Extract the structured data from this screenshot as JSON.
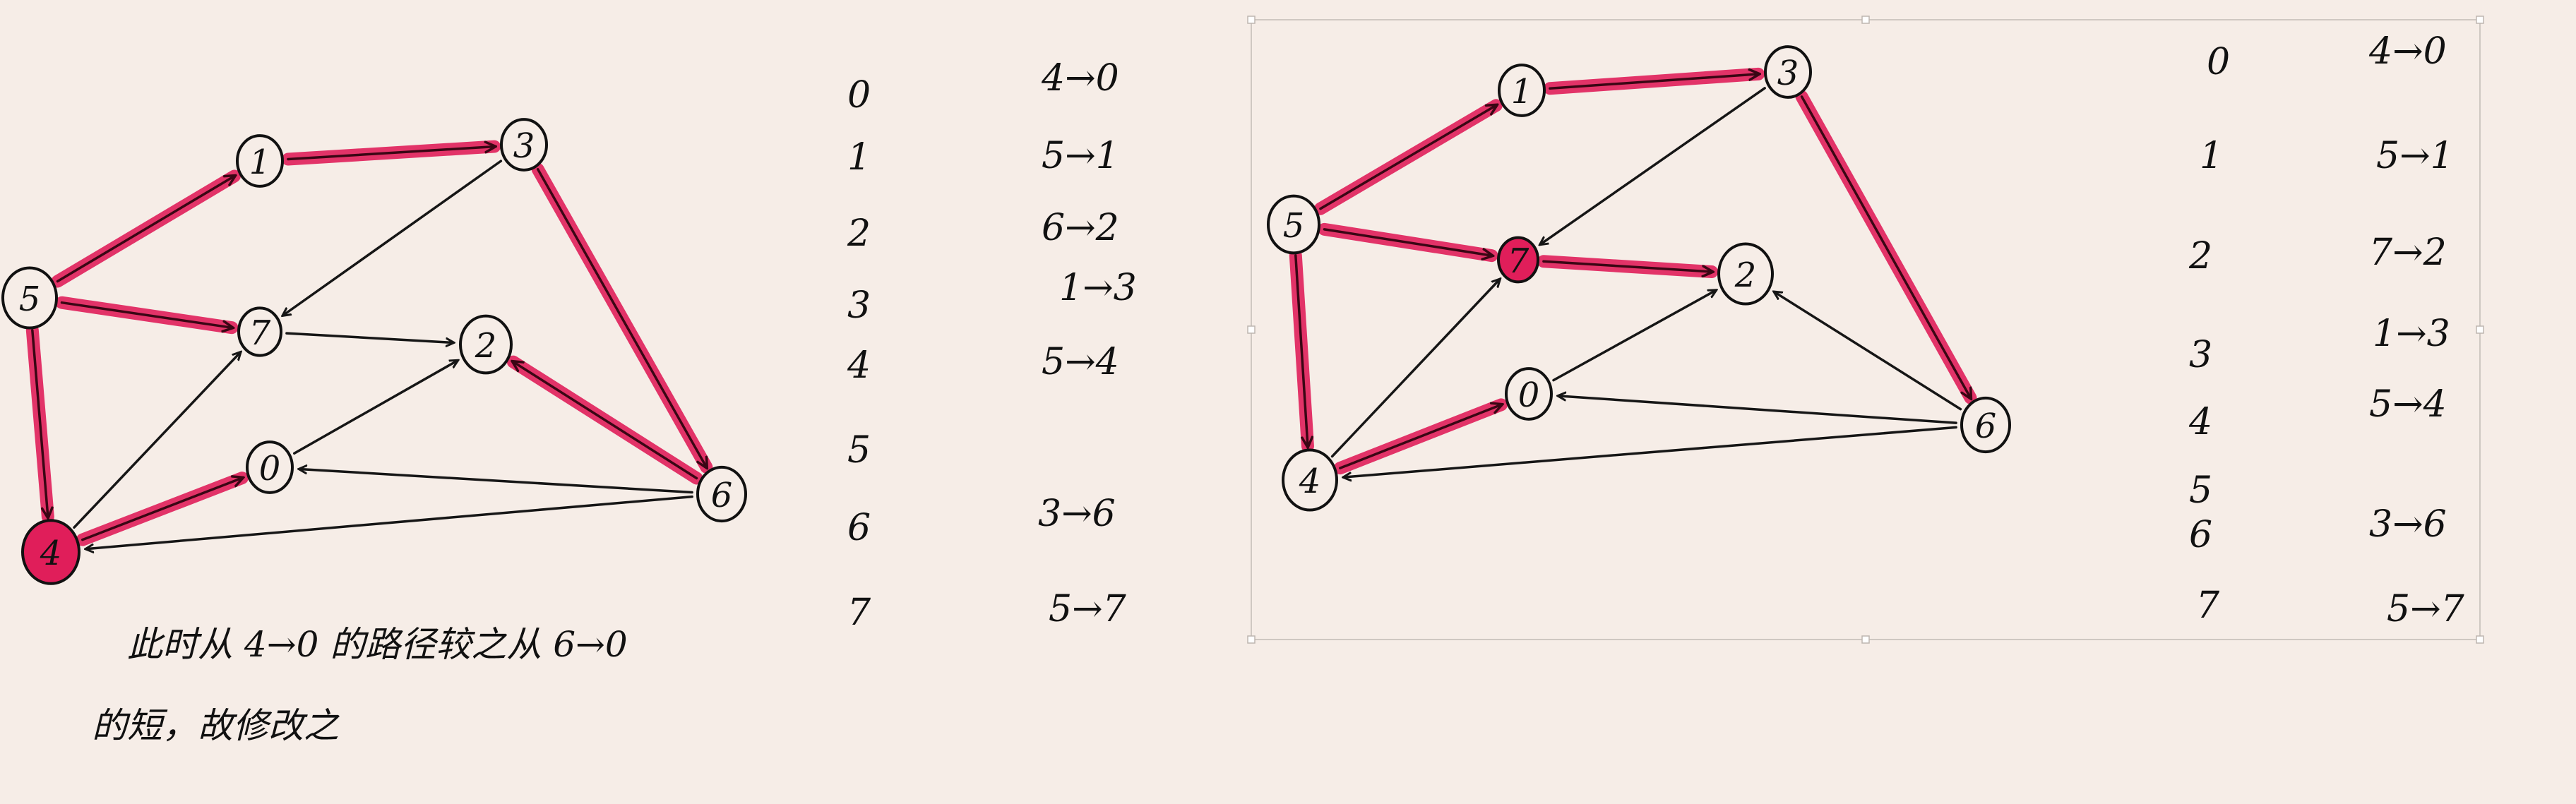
{
  "colors": {
    "background": "#f6ede7",
    "highlight": "#e01e5a",
    "ink": "#111111",
    "frame": "#cfc8c2"
  },
  "panels": [
    {
      "id": "left",
      "nodes": [
        {
          "id": "n5",
          "label": "5"
        },
        {
          "id": "n1",
          "label": "1"
        },
        {
          "id": "n3",
          "label": "3"
        },
        {
          "id": "n7",
          "label": "7"
        },
        {
          "id": "n2",
          "label": "2"
        },
        {
          "id": "n0",
          "label": "0"
        },
        {
          "id": "n6",
          "label": "6"
        },
        {
          "id": "n4",
          "label": "4",
          "filled": true
        }
      ],
      "red_edges": [
        [
          "n5",
          "n1"
        ],
        [
          "n1",
          "n3"
        ],
        [
          "n5",
          "n7"
        ],
        [
          "n5",
          "n4"
        ],
        [
          "n3",
          "n6"
        ],
        [
          "n4",
          "n0"
        ],
        [
          "n6",
          "n2"
        ]
      ],
      "black_edges": [
        [
          "n3",
          "n7"
        ],
        [
          "n7",
          "n2"
        ],
        [
          "n4",
          "n7"
        ],
        [
          "n0",
          "n2"
        ],
        [
          "n6",
          "n0"
        ],
        [
          "n6",
          "n4"
        ]
      ],
      "table": [
        {
          "v": "0",
          "path": "4→0"
        },
        {
          "v": "1",
          "path": "5→1"
        },
        {
          "v": "2",
          "path": "6→2"
        },
        {
          "v": "3",
          "path": "1→3"
        },
        {
          "v": "4",
          "path": "5→4"
        },
        {
          "v": "5",
          "path": ""
        },
        {
          "v": "6",
          "path": "3→6"
        },
        {
          "v": "7",
          "path": "5→7"
        }
      ],
      "note_line1": "此时从 4→0 的路径较之从 6→0",
      "note_line2": "的短，故修改之"
    },
    {
      "id": "right",
      "nodes": [
        {
          "id": "n5",
          "label": "5"
        },
        {
          "id": "n1",
          "label": "1"
        },
        {
          "id": "n3",
          "label": "3"
        },
        {
          "id": "n7",
          "label": "7",
          "filled": true
        },
        {
          "id": "n2",
          "label": "2"
        },
        {
          "id": "n0",
          "label": "0"
        },
        {
          "id": "n6",
          "label": "6"
        },
        {
          "id": "n4",
          "label": "4"
        }
      ],
      "red_edges": [
        [
          "n5",
          "n1"
        ],
        [
          "n1",
          "n3"
        ],
        [
          "n5",
          "n7"
        ],
        [
          "n7",
          "n2"
        ],
        [
          "n5",
          "n4"
        ],
        [
          "n3",
          "n6"
        ],
        [
          "n4",
          "n0"
        ]
      ],
      "black_edges": [
        [
          "n3",
          "n7"
        ],
        [
          "n4",
          "n7"
        ],
        [
          "n0",
          "n2"
        ],
        [
          "n6",
          "n2"
        ],
        [
          "n6",
          "n0"
        ],
        [
          "n6",
          "n4"
        ]
      ],
      "table": [
        {
          "v": "0",
          "path": "4→0"
        },
        {
          "v": "1",
          "path": "5→1"
        },
        {
          "v": "2",
          "path": "7→2"
        },
        {
          "v": "3",
          "path": "1→3"
        },
        {
          "v": "4",
          "path": "5→4"
        },
        {
          "v": "5",
          "path": ""
        },
        {
          "v": "6",
          "path": "3→6"
        },
        {
          "v": "7",
          "path": "5→7"
        }
      ]
    }
  ]
}
